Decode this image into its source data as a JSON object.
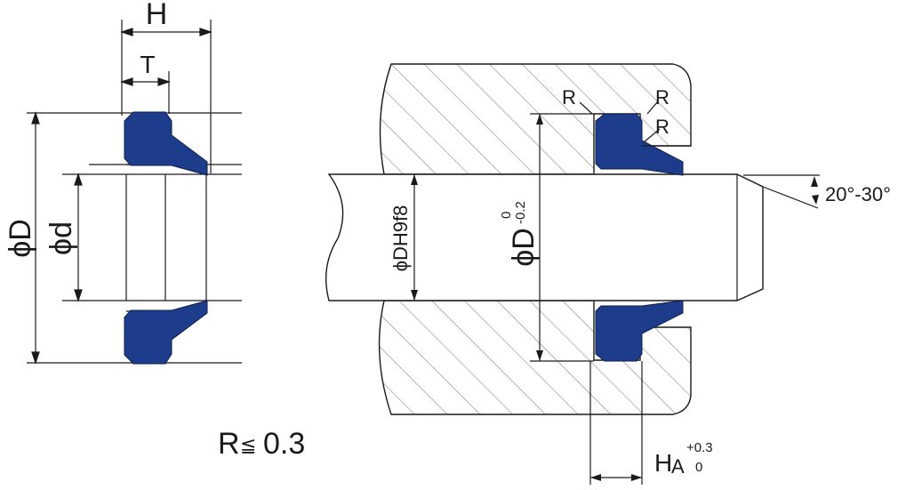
{
  "labels": {
    "H": "H",
    "T": "T",
    "phi_D": "ϕD",
    "phi_d": "ϕd",
    "R_top_left": "R",
    "R_top_right": "R",
    "R_mid_right": "R",
    "angle": "20°-30°",
    "shaft_fit": "ϕDH9f8",
    "groove_dia": "ϕD",
    "groove_dia_upper_tol": "0",
    "groove_dia_lower_tol": "-0.2",
    "groove_width": "H",
    "groove_width_sub": "A",
    "groove_width_upper_tol": "+0.3",
    "groove_width_lower_tol": "0",
    "radius_note_prefix": "R",
    "radius_note_symbol": "≦",
    "radius_note_value": "0.3"
  },
  "colors": {
    "seal": "#1d3d8c",
    "line": "#1a1a1a",
    "hatch": "#6a6a6a"
  }
}
